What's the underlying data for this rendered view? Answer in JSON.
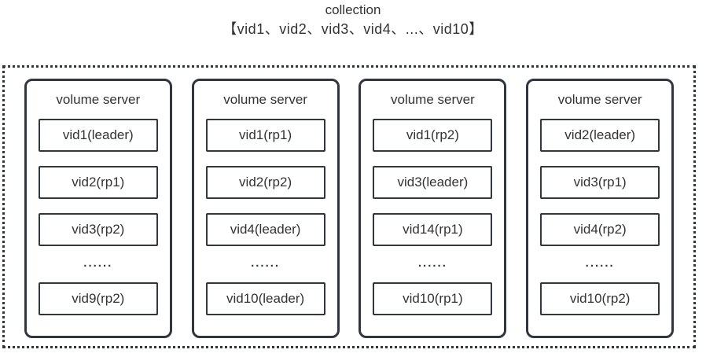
{
  "header": {
    "title": "collection",
    "subtitle": "【vid1、vid2、vid3、vid4、...、vid10】"
  },
  "colors": {
    "line": "#2f3640",
    "text": "#333333",
    "background": "#ffffff"
  },
  "cluster": {
    "servers": [
      {
        "title": "volume server",
        "rows": [
          "vid1(leader)",
          "vid2(rp1)",
          "vid3(rp2)",
          "......",
          "vid9(rp2)"
        ]
      },
      {
        "title": "volume server",
        "rows": [
          "vid1(rp1)",
          "vid2(rp2)",
          "vid4(leader)",
          "......",
          "vid10(leader)"
        ]
      },
      {
        "title": "volume server",
        "rows": [
          "vid1(rp2)",
          "vid3(leader)",
          "vid14(rp1)",
          "......",
          "vid10(rp1)"
        ]
      },
      {
        "title": "volume server",
        "rows": [
          "vid2(leader)",
          "vid3(rp1)",
          "vid4(rp2)",
          "......",
          "vid10(rp2)"
        ]
      }
    ]
  }
}
